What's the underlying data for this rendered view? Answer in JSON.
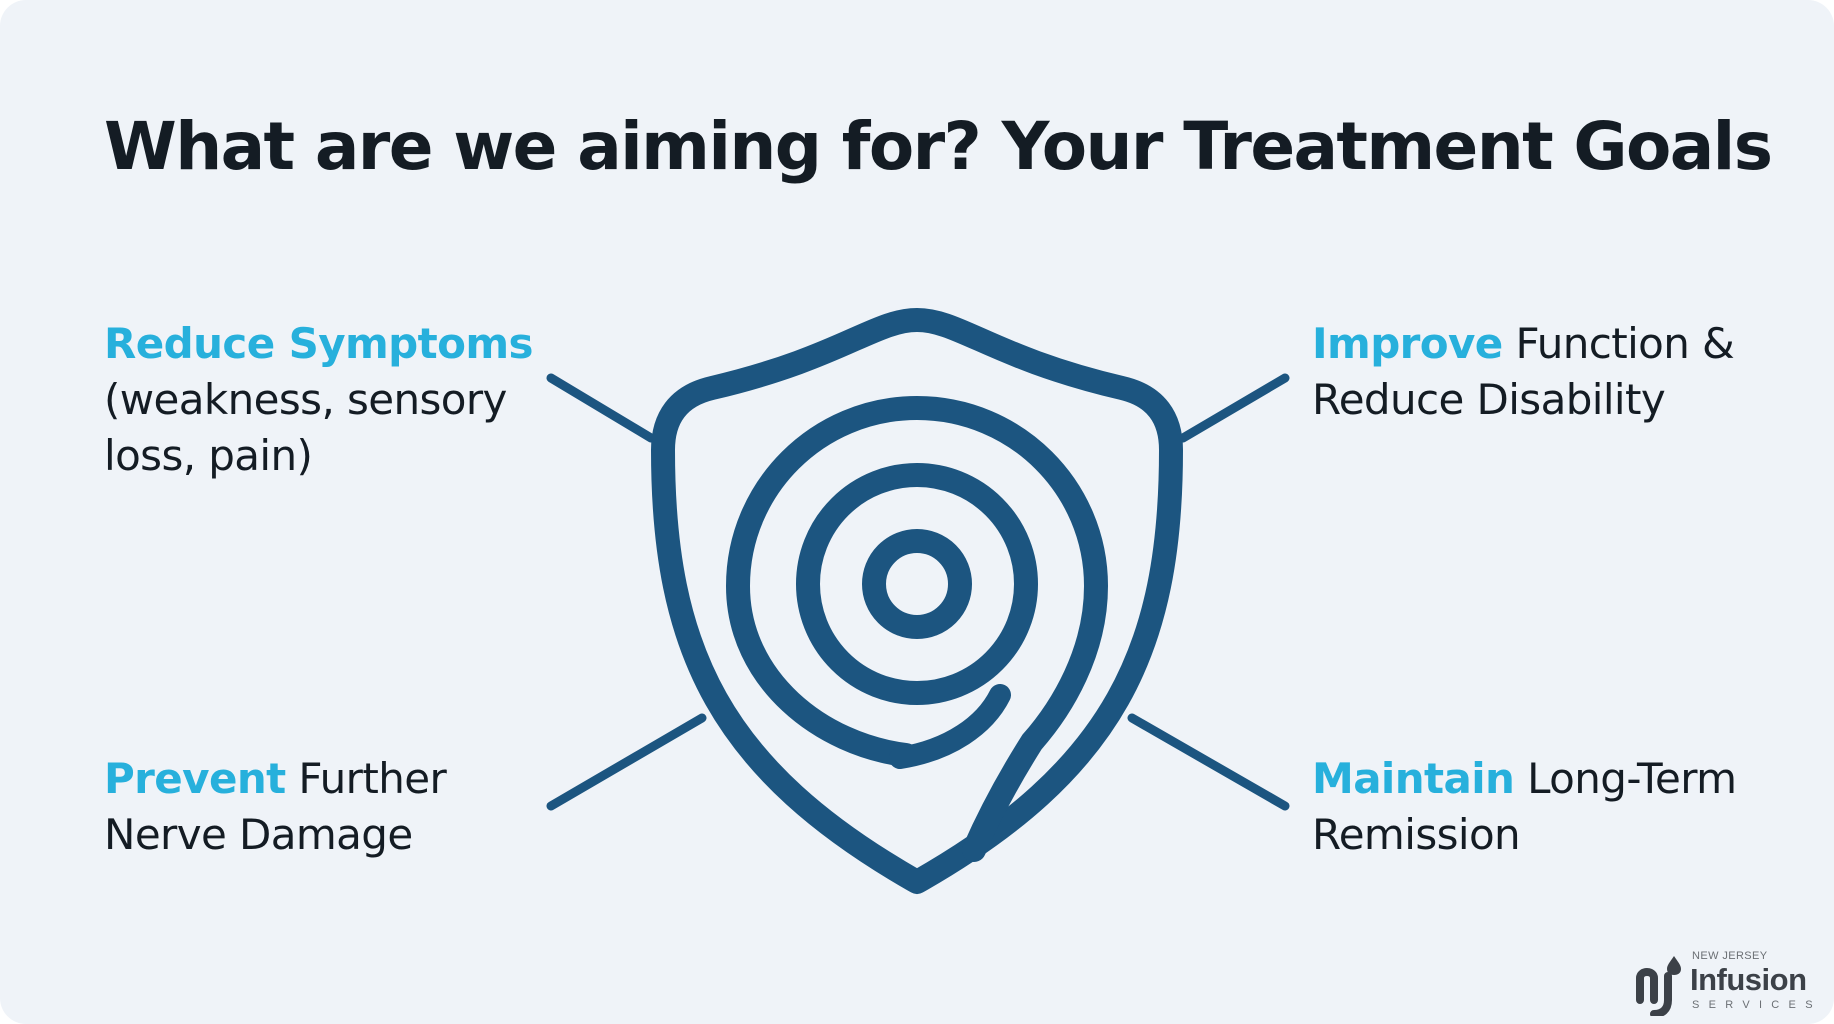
{
  "title": "What are we aiming for? Your Treatment Goals",
  "goals": [
    {
      "highlight": "Reduce Symptoms",
      "line1_rest": "",
      "line2": "(weakness, sensory",
      "line3": "loss, pain)"
    },
    {
      "highlight": "Improve",
      "line1_rest": "Function &",
      "line2": "Reduce Disability",
      "line3": ""
    },
    {
      "highlight": "Prevent",
      "line1_rest": "Further",
      "line2": "Nerve Damage",
      "line3": ""
    },
    {
      "highlight": "Maintain",
      "line1_rest": "Long-Term",
      "line2": "Remission",
      "line3": ""
    }
  ],
  "logo": {
    "top_text": "NEW JERSEY",
    "name": "Infusion",
    "sub_text": "SERVICES"
  },
  "icons": {
    "center": "shield-target-icon",
    "logo": "nj-droplet-logo-icon"
  },
  "colors": {
    "background": "#eff3f8",
    "title_text": "#141c24",
    "highlight": "#27b0dc",
    "emblem": "#1c5580"
  }
}
